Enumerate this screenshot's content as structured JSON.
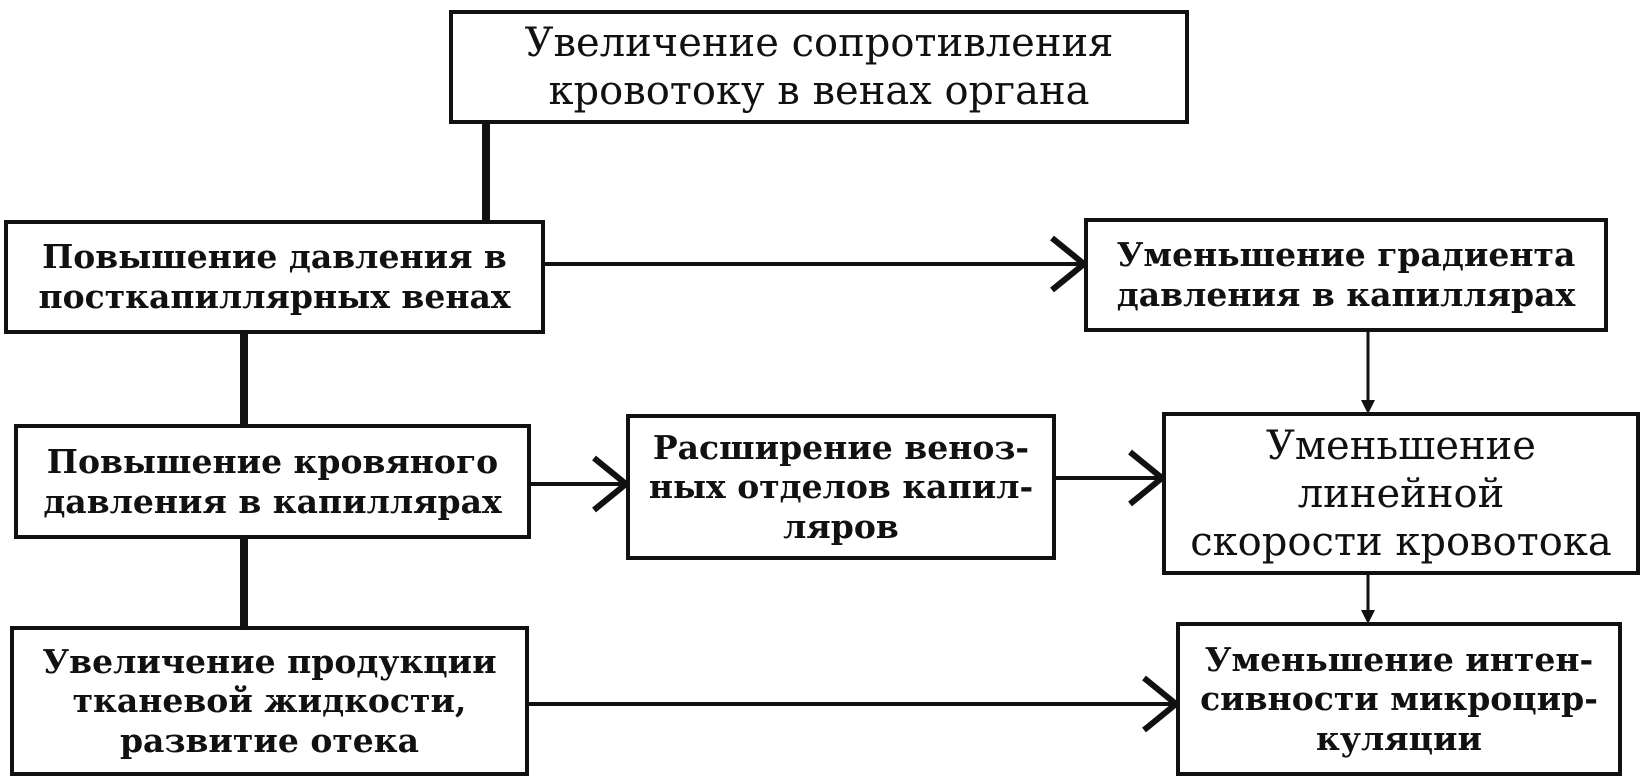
{
  "diagram": {
    "nodes": {
      "root": "Увеличение сопротивления\nкровотоку в венах органа",
      "venous_pressure": "Повышение давления в\nпосткапиллярных венах",
      "gradient": "Уменьшение градиента\nдавления в капиллярах",
      "capillary_pressure": "Повышение кровяного\nдавления в капиллярах",
      "dilation": "Расширение веноз-\nных отделов капил-\nляров",
      "linear_velocity": "Уменьшение линейной\nскорости кровотока",
      "fluid": "Увеличение продукции\nтканевой жидкости,\nразвитие отека",
      "microcirculation": "Уменьшение интен-\nсивности микроцир-\nкуляции"
    },
    "colors": {
      "stroke": "#111111",
      "background": "#ffffff"
    }
  }
}
